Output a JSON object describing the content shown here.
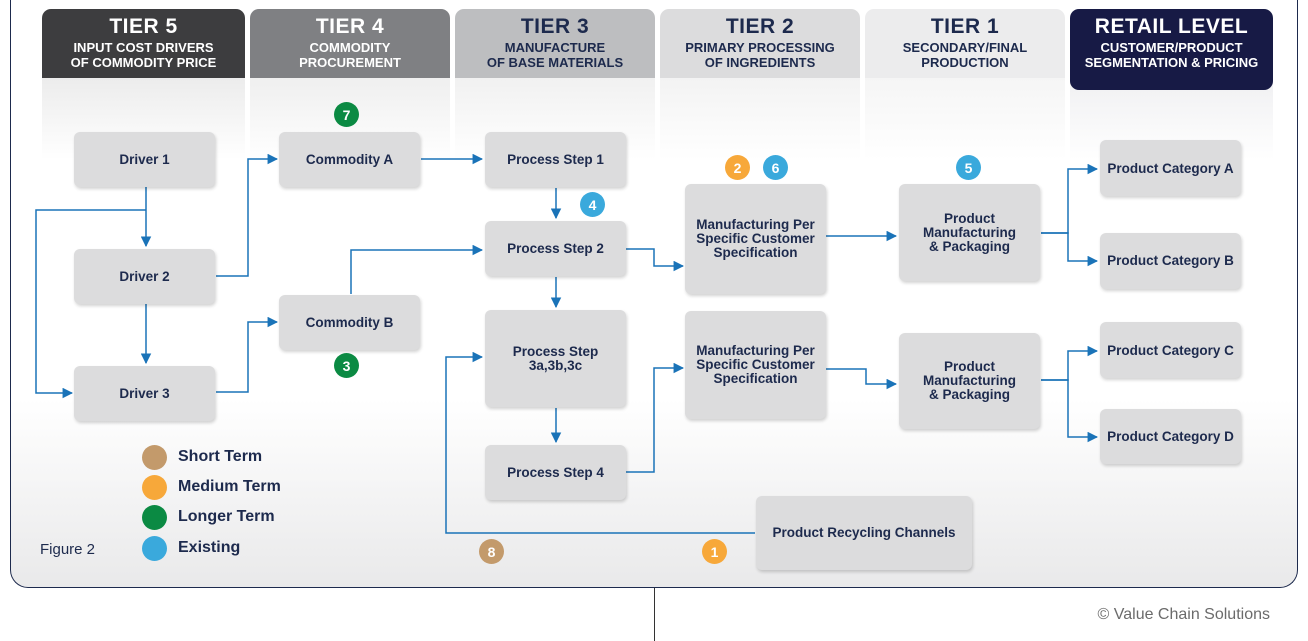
{
  "colors": {
    "connector": "#1a73b8",
    "short_term": "#c39a6b",
    "medium_term": "#f7a83a",
    "longer_term": "#0b8a43",
    "existing": "#3aa9dc"
  },
  "tiers": [
    {
      "title": "TIER 5",
      "subtitle": "INPUT COST DRIVERS\nOF COMMODITY PRICE",
      "bg": "#3d3d3f",
      "fg": "#ffffff",
      "fade": "#ececec"
    },
    {
      "title": "TIER 4",
      "subtitle": "COMMODITY\nPROCUREMENT",
      "bg": "#7f8083",
      "fg": "#ffffff",
      "fade": "#efefef"
    },
    {
      "title": "TIER 3",
      "subtitle": "MANUFACTURE\nOF BASE MATERIALS",
      "bg": "#bdbec0",
      "fg": "#1d2a4d",
      "fade": "#f1f1f1"
    },
    {
      "title": "TIER 2",
      "subtitle": "PRIMARY PROCESSING\nOF INGREDIENTS",
      "bg": "#dcdcdd",
      "fg": "#1d2a4d",
      "fade": "#f3f3f3"
    },
    {
      "title": "TIER 1",
      "subtitle": "SECONDARY/FINAL\nPRODUCTION",
      "bg": "#ececed",
      "fg": "#1d2a4d",
      "fade": "#f5f5f5"
    },
    {
      "title": "RETAIL LEVEL",
      "subtitle": "CUSTOMER/PRODUCT\nSEGMENTATION & PRICING",
      "bg": "#171a45",
      "fg": "#ffffff",
      "fade": "#f0f0f2"
    }
  ],
  "nodes": {
    "driver1": "Driver 1",
    "driver2": "Driver 2",
    "driver3": "Driver 3",
    "commodity_a": "Commodity A",
    "commodity_b": "Commodity B",
    "process1": "Process Step 1",
    "process2": "Process Step 2",
    "process3": "Process Step\n3a,3b,3c",
    "process4": "Process Step 4",
    "mfg_spec_1": "Manufacturing Per\nSpecific Customer\nSpecification",
    "mfg_spec_2": "Manufacturing Per\nSpecific Customer\nSpecification",
    "product_mfg_1": "Product\nManufacturing\n& Packaging",
    "product_mfg_2": "Product\nManufacturing\n& Packaging",
    "category_a": "Product Category A",
    "category_b": "Product Category B",
    "category_c": "Product Category C",
    "category_d": "Product Category D",
    "recycling": "Product Recycling Channels"
  },
  "badges": [
    {
      "label": "7",
      "term": "longer_term"
    },
    {
      "label": "3",
      "term": "longer_term"
    },
    {
      "label": "4",
      "term": "existing"
    },
    {
      "label": "2",
      "term": "medium_term"
    },
    {
      "label": "6",
      "term": "existing"
    },
    {
      "label": "5",
      "term": "existing"
    },
    {
      "label": "8",
      "term": "short_term"
    },
    {
      "label": "1",
      "term": "medium_term"
    }
  ],
  "legend": [
    {
      "label": "Short Term",
      "term": "short_term"
    },
    {
      "label": "Medium Term",
      "term": "medium_term"
    },
    {
      "label": "Longer Term",
      "term": "longer_term"
    },
    {
      "label": "Existing",
      "term": "existing"
    }
  ],
  "figure_label": "Figure 2",
  "copyright": "© Value Chain Solutions"
}
